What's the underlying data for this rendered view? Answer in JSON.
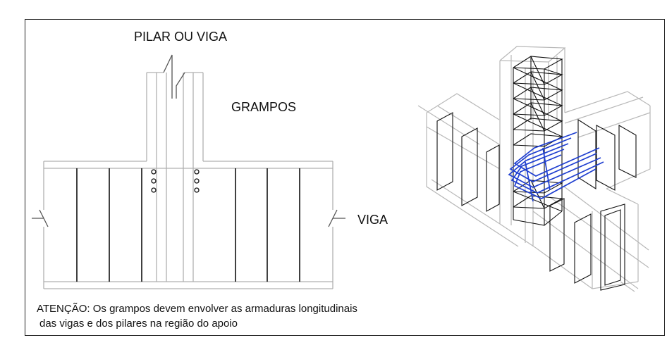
{
  "labels": {
    "pilar_ou_viga": "PILAR OU VIGA",
    "grampos": "GRAMPOS",
    "viga": "VIGA"
  },
  "note": {
    "line1": "ATENÇÃO: Os grampos devem envolver as armaduras longitudinais",
    "line2": "das vigas e dos pilares na região do apoio"
  },
  "colors": {
    "outline": "#b0b0b0",
    "rebar": "#111111",
    "grampos": "#1f3fd0",
    "frame": "#222222"
  }
}
